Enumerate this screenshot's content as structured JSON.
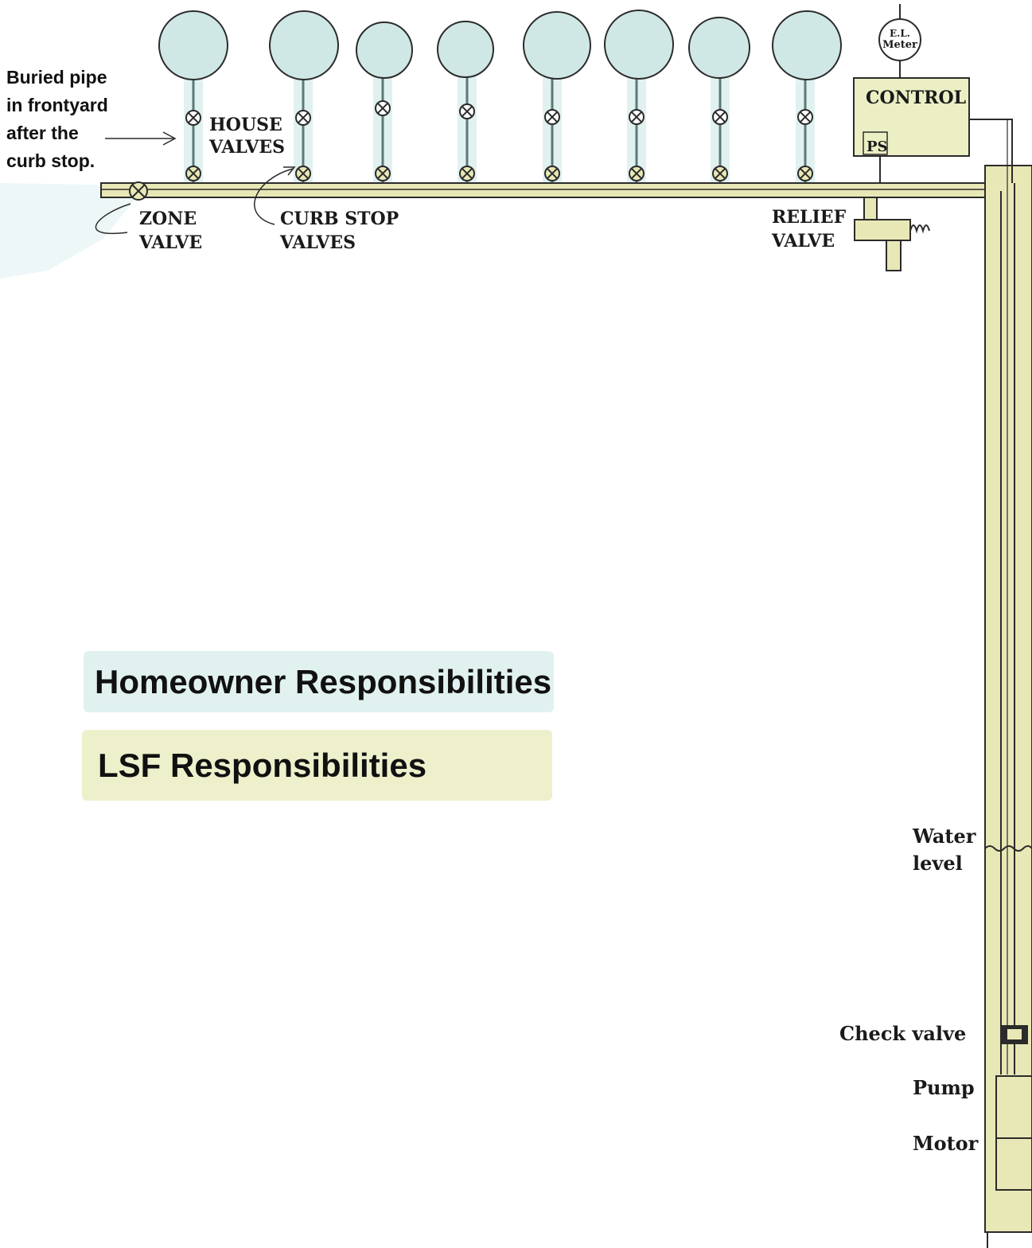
{
  "colors": {
    "homeowner": "#e0f1f0",
    "lsf": "#eef0cc",
    "house_circle": "#cfe8e6",
    "pipe": "#e8e8b6",
    "line": "#2b2b2b"
  },
  "labels": {
    "buried_pipe": [
      "Buried pipe",
      "in frontyard",
      "after the",
      "curb stop."
    ],
    "house_valves": [
      "HOUSE",
      "VALVES"
    ],
    "zone_valve": [
      "ZONE",
      "VALVE"
    ],
    "curb_stop_valves": [
      "CURB STOP",
      "VALVES"
    ],
    "relief_valve": [
      "RELIEF",
      "VALVE"
    ],
    "control": "CONTROL",
    "ps": "PS",
    "meter": [
      "E.L.",
      "Meter"
    ],
    "water_level": [
      "Water",
      "level"
    ],
    "check_valve": "Check valve",
    "pump": "Pump",
    "motor": "Motor"
  },
  "legend": {
    "homeowner": "Homeowner Responsibilities",
    "lsf": "LSF Responsibilities"
  },
  "icons": {
    "valve": "circle-x-valve-icon",
    "house": "house-circle-icon"
  }
}
